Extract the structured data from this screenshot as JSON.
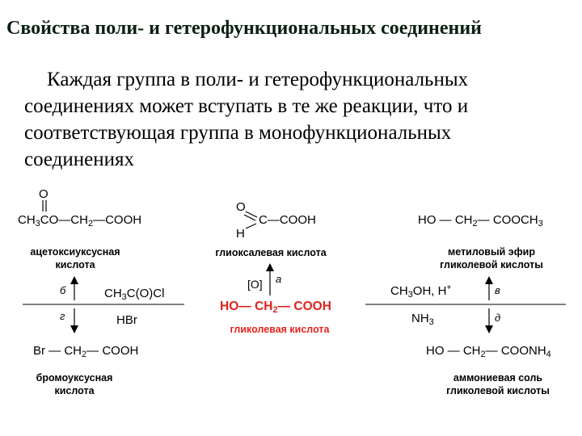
{
  "title": "Свойства  поли- и гетерофункциональных соединений",
  "paragraph": {
    "line1": "Каждая группа в поли- и гетерофункциональных",
    "line2": "соединениях может вступать в те же реакции, что и",
    "line3": "соответствующая группа в монофункциональных",
    "line4": "соединениях"
  },
  "scheme": {
    "acetoxy": {
      "o_label": "O",
      "formula_a": "CH",
      "sub3": "3",
      "formula_b": "CO",
      "formula_c": "CH",
      "sub2": "2",
      "formula_d": "COOH",
      "name_line1": "ацетоксиуксусная",
      "name_line2": "кислота"
    },
    "glyoxylic": {
      "o_label": "O",
      "c_label": "C",
      "cooh": "COOH",
      "h_label": "H",
      "name": "глиоксалевая кислота"
    },
    "methyl_ester": {
      "formula_a": "HO",
      "formula_b": "CH",
      "sub2": "2",
      "formula_c": "COOCH",
      "sub3": "3",
      "name_line1": "метиловый эфир",
      "name_line2": "гликолевой кислоты"
    },
    "glycolic": {
      "formula_a": "HO",
      "formula_b": "CH",
      "sub2": "2",
      "formula_c": "COOH",
      "name": "гликолевая кислота"
    },
    "bromo": {
      "formula_a": "Br",
      "formula_b": "CH",
      "sub2": "2",
      "formula_c": "COOH",
      "name_line1": "бромоуксусная",
      "name_line2": "кислота"
    },
    "ammonium": {
      "formula_a": "HO",
      "formula_b": "CH",
      "sub2": "2",
      "formula_c": "COONH",
      "sub4": "4",
      "name_line1": "аммониевая соль",
      "name_line2": "гликолевой кислоты"
    },
    "reagents": {
      "b_label": "б",
      "b_a": "CH",
      "b_sub": "3",
      "b_b": "C(O)Cl",
      "g_label": "г",
      "g_reagent": "HBr",
      "a_label": "а",
      "a_reagent": "[O]",
      "v_label": "в",
      "v_a": "CH",
      "v_sub": "3",
      "v_b": "OH, H",
      "v_sup": "+",
      "d_label": "д",
      "d_a": "NH",
      "d_sub": "3"
    }
  }
}
